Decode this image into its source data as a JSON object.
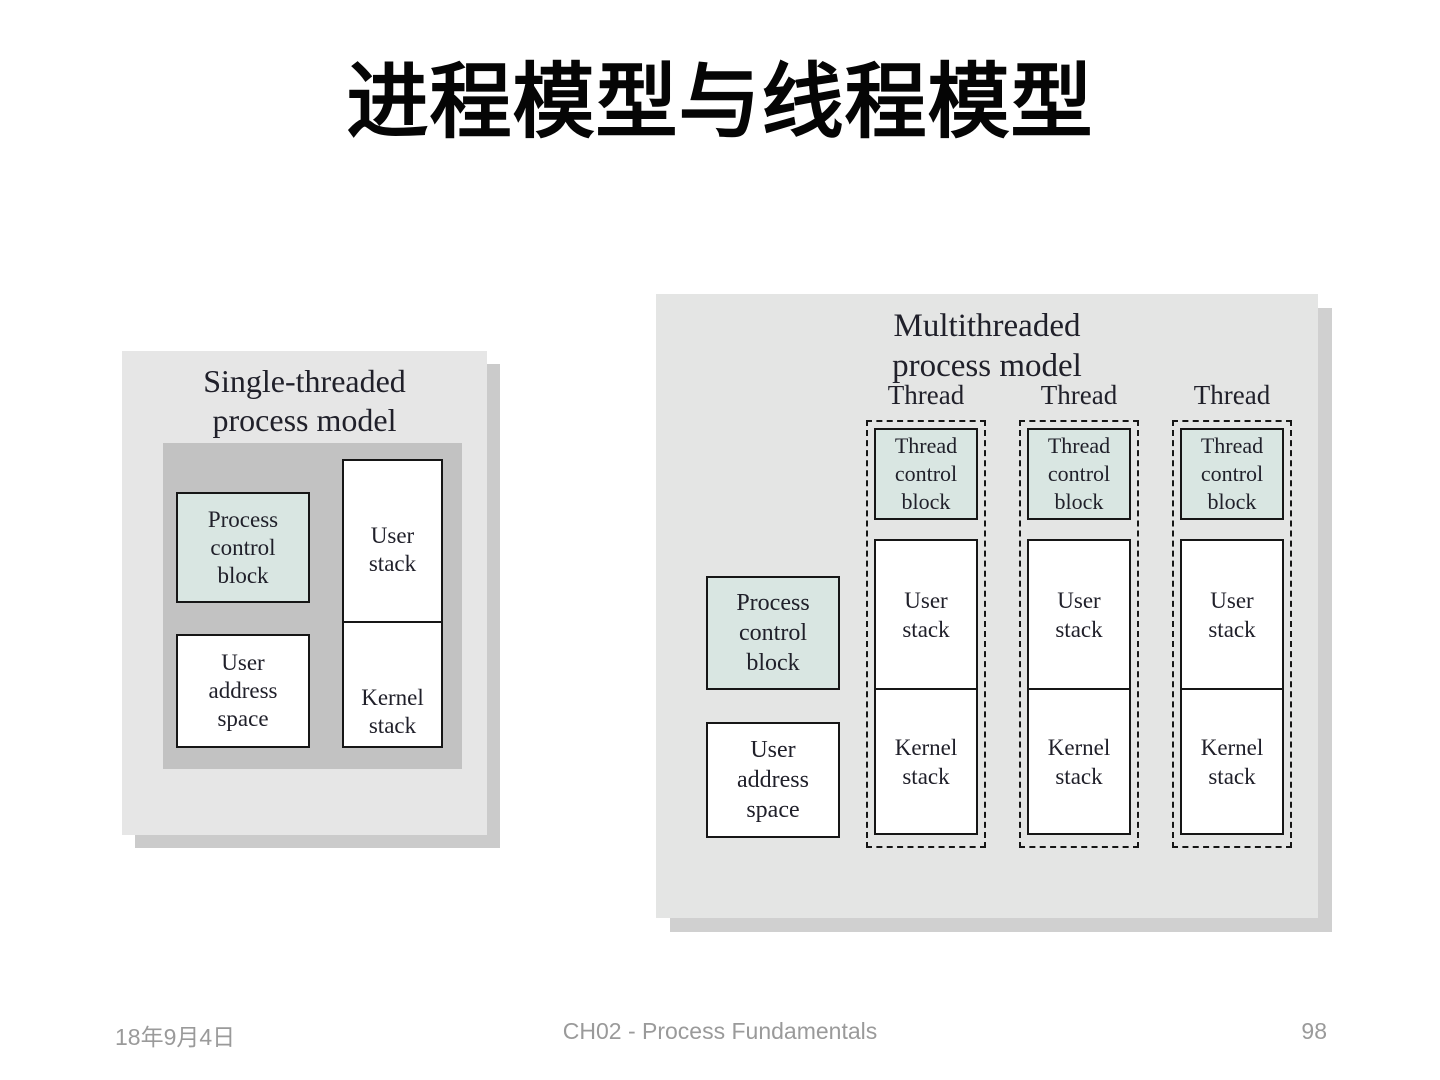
{
  "slide_title": "进程模型与线程模型",
  "footer": {
    "date": "18年9月4日",
    "section": "CH02 - Process Fundamentals",
    "page_number": "98"
  },
  "colors": {
    "background": "#ffffff",
    "panel_bg_left": "#e6e6e6",
    "panel_bg_right": "#e4e5e4",
    "inner_region_bg": "#c2c2c2",
    "control_block_bg": "#d9e6e2",
    "box_bg": "#ffffff",
    "box_border": "#161616",
    "panel_shadow": "#cbcbcb",
    "footer_text": "#9a9a9a",
    "diagram_text": "#20202a"
  },
  "single_threaded": {
    "title": "Single-threaded\nprocess model",
    "process_control_block": "Process\ncontrol\nblock",
    "user_address_space": "User\naddress\nspace",
    "user_stack": "User\nstack",
    "kernel_stack": "Kernel\nstack"
  },
  "multithreaded": {
    "title": "Multithreaded\nprocess model",
    "process_control_block": "Process\ncontrol\nblock",
    "user_address_space": "User\naddress\nspace",
    "threads": [
      {
        "label": "Thread",
        "thread_control_block": "Thread\ncontrol\nblock",
        "user_stack": "User\nstack",
        "kernel_stack": "Kernel\nstack"
      },
      {
        "label": "Thread",
        "thread_control_block": "Thread\ncontrol\nblock",
        "user_stack": "User\nstack",
        "kernel_stack": "Kernel\nstack"
      },
      {
        "label": "Thread",
        "thread_control_block": "Thread\ncontrol\nblock",
        "user_stack": "User\nstack",
        "kernel_stack": "Kernel\nstack"
      }
    ]
  }
}
